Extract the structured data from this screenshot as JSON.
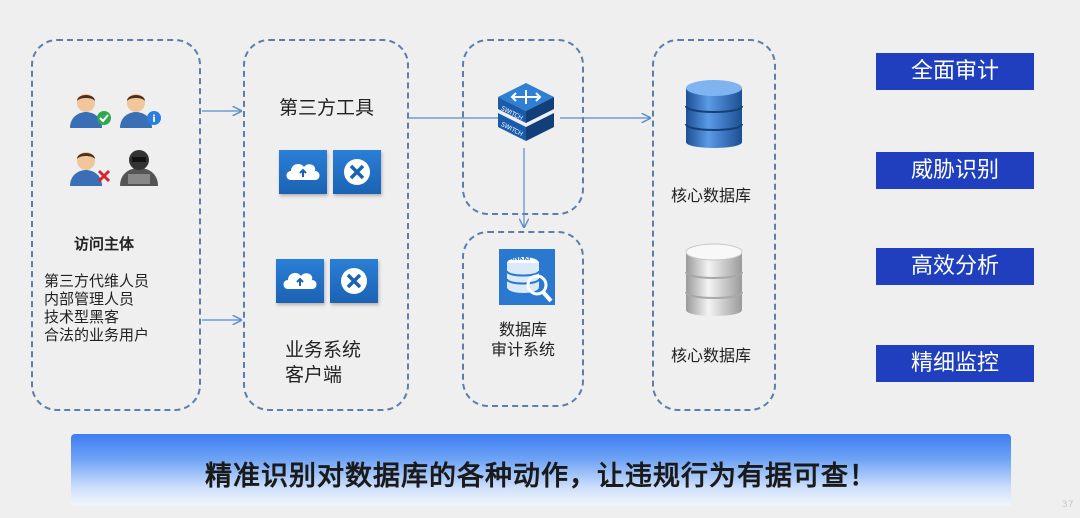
{
  "col1": {
    "title": "访问主体",
    "lines": [
      "第三方代维人员",
      "内部管理人员",
      "技术型黑客",
      "合法的业务用户"
    ]
  },
  "col2": {
    "tool_label": "第三方工具",
    "client_label_line1": "业务系统",
    "client_label_line2": "客户端"
  },
  "col3": {
    "switch_text": "SWITCH",
    "audit_badge": "ANKKI",
    "audit_label_line1": "数据库",
    "audit_label_line2": "审计系统"
  },
  "col4": {
    "db1_label": "核心数据库",
    "db2_label": "核心数据库"
  },
  "features": [
    "全面审计",
    "威胁识别",
    "高效分析",
    "精细监控"
  ],
  "banner": "精准识别对数据库的各种动作，让违规行为有据可查！",
  "page_number": "37"
}
